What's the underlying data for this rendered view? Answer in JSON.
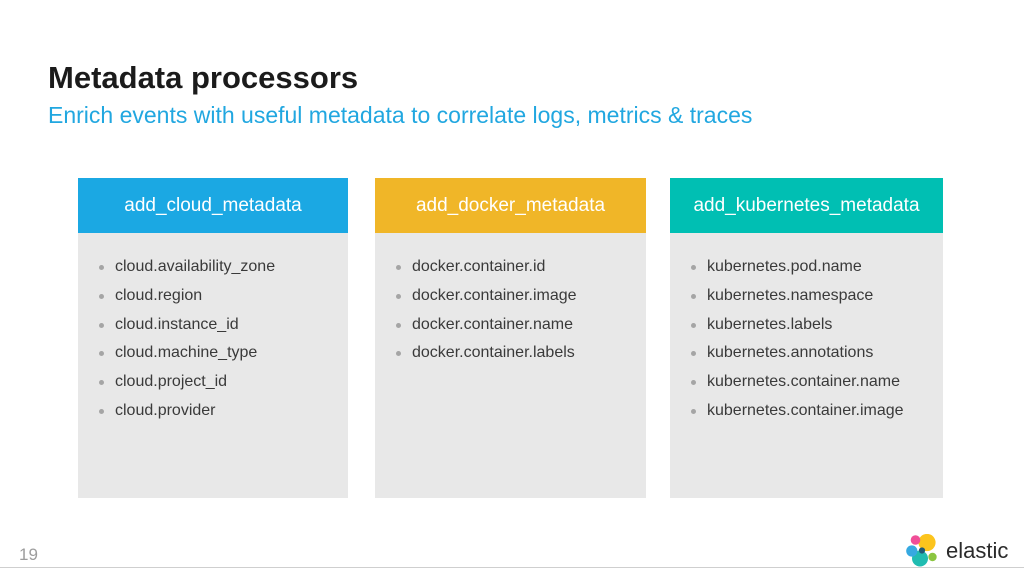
{
  "slide": {
    "title": "Metadata processors",
    "subtitle": "Enrich events with useful metadata to correlate logs, metrics & traces",
    "page_number": "19"
  },
  "cards": [
    {
      "title": "add_cloud_metadata",
      "header_color": "#1ba8e3",
      "items": [
        "cloud.availability_zone",
        "cloud.region",
        "cloud.instance_id",
        "cloud.machine_type",
        "cloud.project_id",
        "cloud.provider"
      ]
    },
    {
      "title": "add_docker_metadata",
      "header_color": "#f0b628",
      "items": [
        "docker.container.id",
        "docker.container.image",
        "docker.container.name",
        "docker.container.labels"
      ]
    },
    {
      "title": "add_kubernetes_metadata",
      "header_color": "#00bfb3",
      "items": [
        "kubernetes.pod.name",
        "kubernetes.namespace",
        "kubernetes.labels",
        "kubernetes.annotations",
        "kubernetes.container.name",
        "kubernetes.container.image"
      ]
    }
  ],
  "footer": {
    "logo_text": "elastic"
  },
  "colors": {
    "title_text": "#1b1b1b",
    "subtitle_blue": "#21a7e0",
    "card_body_gray": "#e8e8e8",
    "bullet_gray": "#a5a5a5",
    "list_text": "#3a3a3a",
    "divider_gray": "#cfcfcf",
    "page_number_gray": "#9d9d9d",
    "logo_yellow": "#fcc41d",
    "logo_pink": "#f04e98",
    "logo_blue": "#36a9e1",
    "logo_teal": "#20bcb1",
    "logo_green": "#8bc540",
    "logo_dark": "#205a76"
  }
}
